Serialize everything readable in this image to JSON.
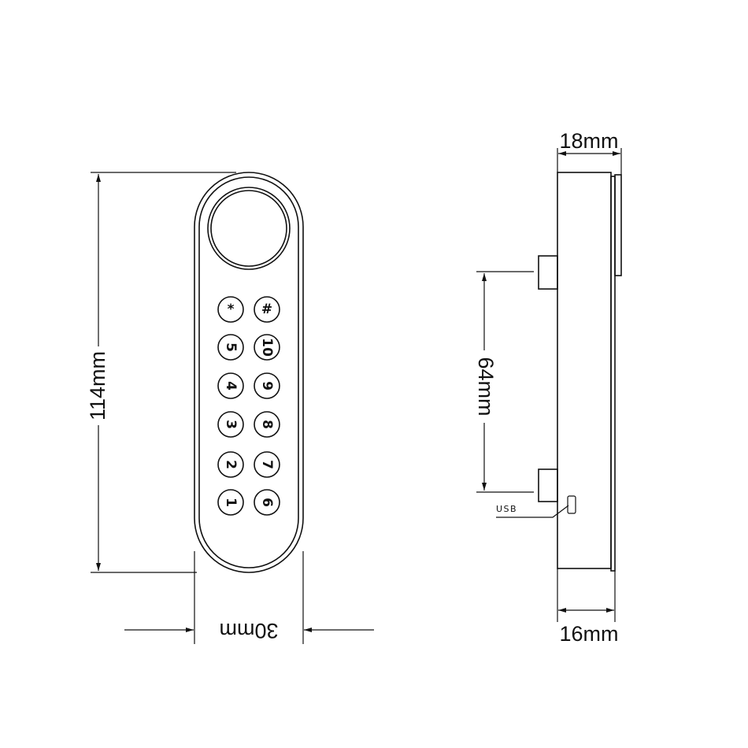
{
  "front_view": {
    "height_label": "114mm",
    "width_label": "30mm",
    "keys": [
      [
        "*",
        "#"
      ],
      [
        "5",
        "10"
      ],
      [
        "4",
        "9"
      ],
      [
        "3",
        "8"
      ],
      [
        "2",
        "7"
      ],
      [
        "1",
        "6"
      ]
    ]
  },
  "side_view": {
    "top_depth_label": "18mm",
    "bottom_depth_label": "16mm",
    "spacing_label": "64mm",
    "port_label": "USB"
  }
}
